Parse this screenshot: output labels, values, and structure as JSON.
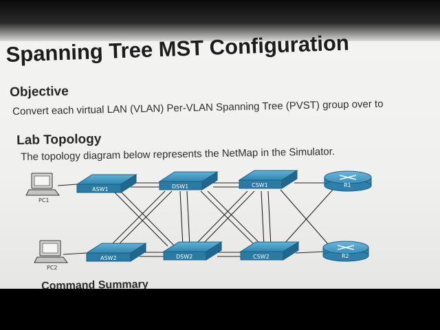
{
  "page": {
    "title": "Spanning Tree MST Configuration",
    "objective_heading": "Objective",
    "objective_text": "Convert each virtual LAN (VLAN) Per-VLAN Spanning Tree (PVST) group over to",
    "topology_heading": "Lab Topology",
    "topology_text": "The topology diagram below represents the NetMap in the Simulator.",
    "next_heading": "Command Summary"
  },
  "diagram": {
    "devices": {
      "asw1": "ASW1",
      "dsw1": "DSW1",
      "csw1": "CSW1",
      "r1": "R1",
      "pc1": "PC1",
      "asw2": "ASW2",
      "dsw2": "DSW2",
      "csw2": "CSW2",
      "r2": "R2",
      "pc2": "PC2"
    },
    "colors": {
      "switch": "#2f86b0",
      "router": "#3d8fbc",
      "link": "#222222",
      "pc": "#c9c9c9"
    }
  }
}
